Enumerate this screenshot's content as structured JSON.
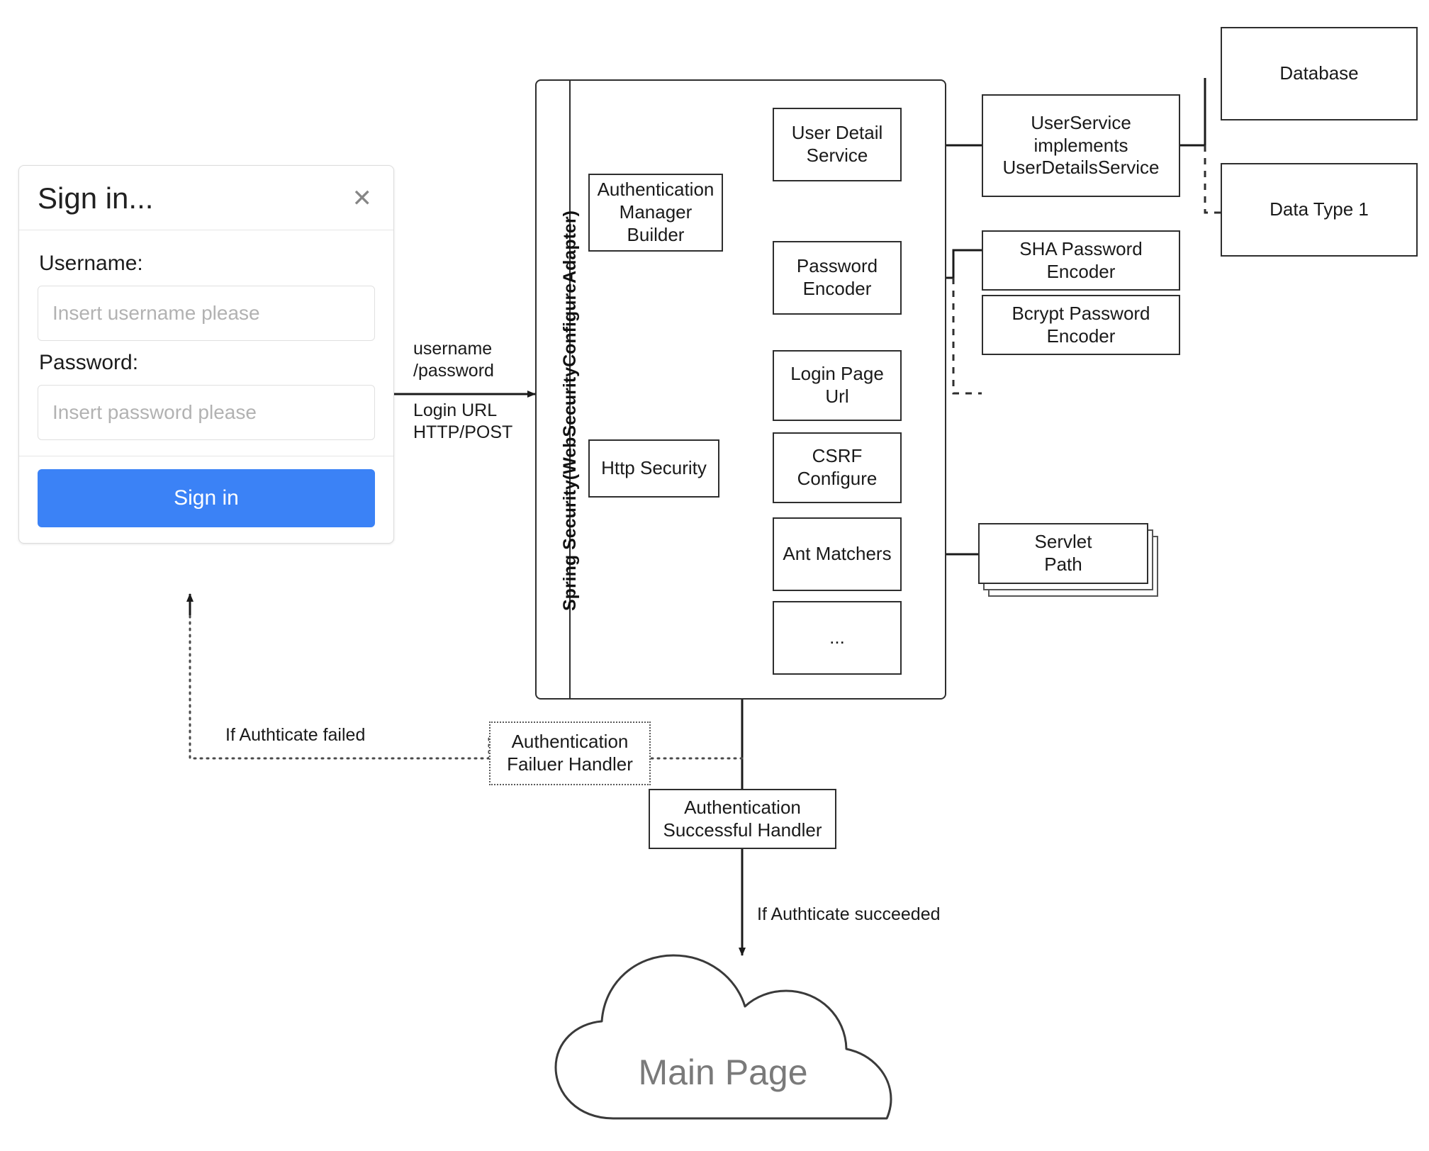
{
  "signin": {
    "title": "Sign in...",
    "close_icon": "close-icon",
    "username_label": "Username:",
    "username_value": "",
    "username_placeholder": "Insert username please",
    "password_label": "Password:",
    "password_value": "",
    "password_placeholder": "Insert password please",
    "submit_label": "Sign in",
    "accent_color": "#3b82f6"
  },
  "container": {
    "label": "Spring Security(WebSecurityConfigureAdapter)"
  },
  "edges": {
    "credentials": "username\n/password",
    "login_url": "Login URL\nHTTP/POST",
    "auth_failed": "If Authticate failed",
    "auth_succeeded": "If Authticate succeeded"
  },
  "nodes": {
    "authentication_manager_builder": "Authentication\nManager\nBuilder",
    "user_detail_service": "User Detail\nService",
    "password_encoder": "Password\nEncoder",
    "user_service": "UserService\nimplements\nUserDetailsService",
    "sha_password_encoder": "SHA Password\nEncoder",
    "bcrypt_password_encoder": "Bcrypt Password\nEncoder",
    "database": "Database",
    "data_type_1": "Data Type 1",
    "http_security": "Http Security",
    "login_page_url": "Login Page\nUrl",
    "csrf_configure": "CSRF\nConfigure",
    "ant_matchers": "Ant Matchers",
    "ellipsis": "...",
    "servlet_path": "Servlet\nPath",
    "authentication_failure_handler": "Authentication\nFailuer Handler",
    "authentication_successful_handler": "Authentication\nSuccessful Handler",
    "main_page": "Main Page"
  }
}
